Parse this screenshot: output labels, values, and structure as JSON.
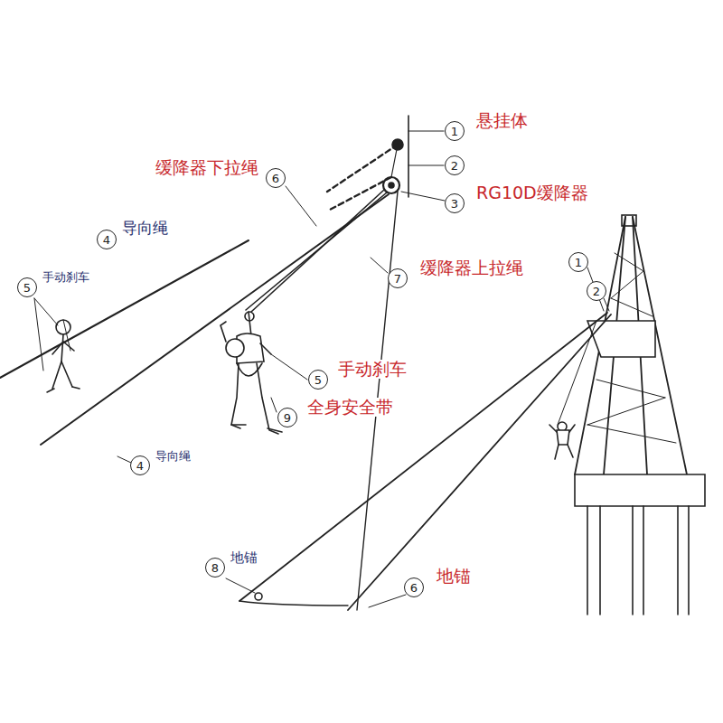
{
  "diagram": {
    "nodes": [
      {
        "text": [
          "1"
        ]
      },
      {
        "text": [
          "2"
        ]
      },
      {
        "text": [
          "6"
        ]
      },
      {
        "text": [
          "3"
        ]
      },
      {
        "text": [
          "4"
        ]
      },
      {
        "text": [
          "7"
        ]
      },
      {
        "text": [
          "5"
        ]
      },
      {
        "text": [
          "1"
        ]
      },
      {
        "text": [
          "2"
        ]
      },
      {
        "text": [
          "5"
        ]
      },
      {
        "text": [
          "9"
        ]
      },
      {
        "text": [
          "4"
        ]
      },
      {
        "text": [
          "8"
        ]
      },
      {
        "text": [
          "6"
        ]
      }
    ],
    "labels": [
      "悬挂体",
      "缓降器下拉绳",
      "RG10D缓降器",
      "导向绳",
      "缓降器上拉绳",
      "手动刹车",
      "手动刹车",
      "全身安全带",
      "导向绳",
      "地锚",
      "地锚"
    ]
  }
}
